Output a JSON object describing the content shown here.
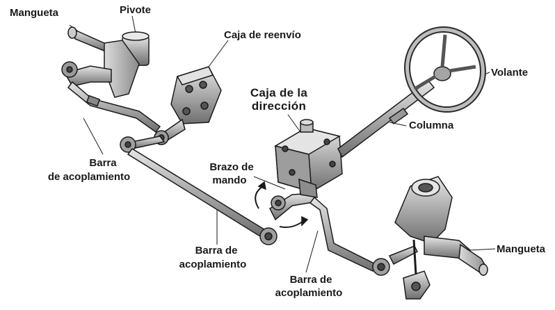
{
  "labels": {
    "mangueta_top": "Mangueta",
    "pivote": "Pivote",
    "caja_reenvio": "Caja de reenvío",
    "caja_direccion_1": "Caja de la",
    "caja_direccion_2": "dirección",
    "volante": "Volante",
    "columna": "Columna",
    "barra_left_1": "Barra",
    "barra_left_2": "de acoplamiento",
    "brazo_1": "Brazo de",
    "brazo_2": "mando",
    "barra_mid_1": "Barra de",
    "barra_mid_2": "acoplamiento",
    "barra_right_1": "Barra de",
    "barra_right_2": "acoplamiento",
    "mangueta_right": "Mangueta"
  },
  "colors": {
    "ink": "#1a1a1a",
    "metal_light": "#d9d9d9",
    "metal_mid": "#a8a8a8",
    "metal_dark": "#6e6e6e"
  }
}
